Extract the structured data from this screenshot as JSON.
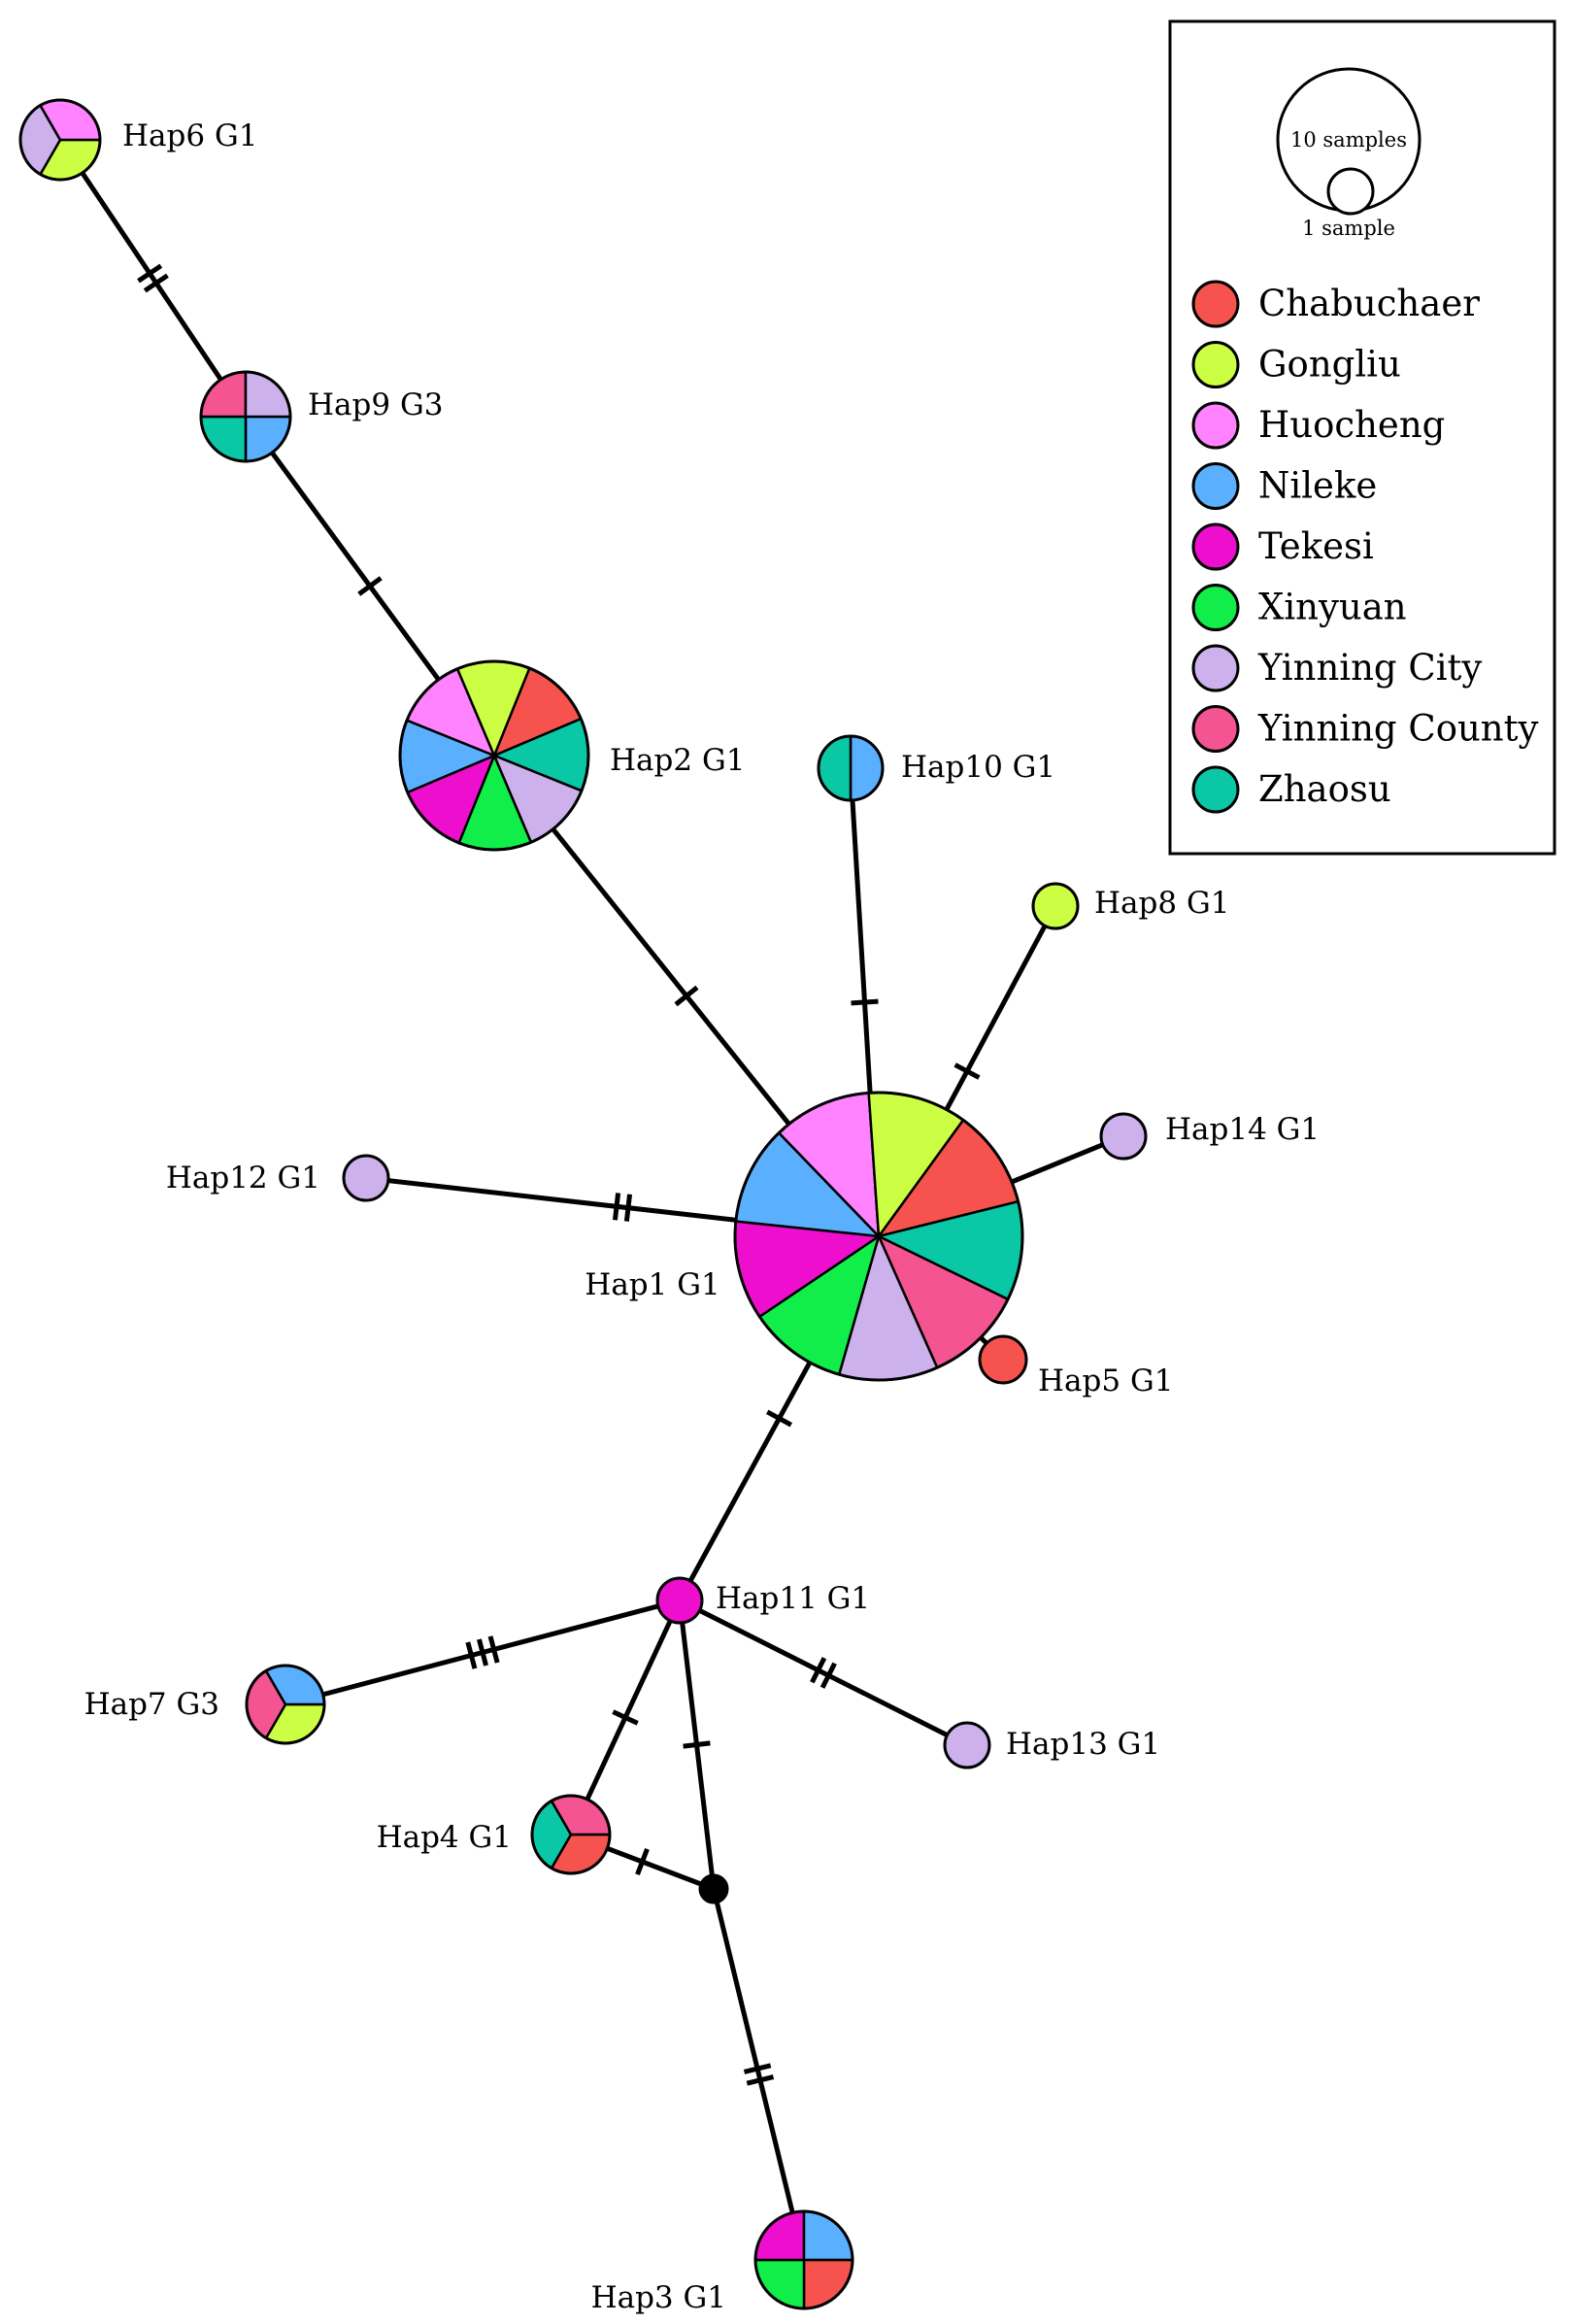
{
  "colors": {
    "Chabuchaer": "#F7534E",
    "Gongliu": "#CCFF44",
    "Huocheng": "#FF83FF",
    "Nileke": "#5BAFFF",
    "Tekesi": "#EE0FCE",
    "Xinyuan": "#11EE4A",
    "Yinning City": "#CCB1EC",
    "Yinning County": "#F45492",
    "Zhaosu": "#0AC7A6",
    "median": "#000000"
  },
  "legend": {
    "scale_large": "10 samples",
    "scale_small": "1 sample",
    "items": [
      "Chabuchaer",
      "Gongliu",
      "Huocheng",
      "Nileke",
      "Tekesi",
      "Xinyuan",
      "Yinning City",
      "Yinning County",
      "Zhaosu"
    ]
  },
  "nodes": [
    {
      "id": "Hap1",
      "label": "Hap1 G1",
      "segments": [
        "Chabuchaer",
        "Zhaosu",
        "Yinning County",
        "Yinning City",
        "Xinyuan",
        "Tekesi",
        "Nileke",
        "Huocheng",
        "Gongliu"
      ]
    },
    {
      "id": "Hap2",
      "label": "Hap2 G1",
      "segments": [
        "Chabuchaer",
        "Zhaosu",
        "Yinning City",
        "Xinyuan",
        "Tekesi",
        "Nileke",
        "Huocheng",
        "Gongliu"
      ]
    },
    {
      "id": "Hap3",
      "label": "Hap3 G1",
      "segments": [
        "Chabuchaer",
        "Xinyuan",
        "Tekesi",
        "Nileke"
      ]
    },
    {
      "id": "Hap4",
      "label": "Hap4 G1",
      "segments": [
        "Chabuchaer",
        "Zhaosu",
        "Yinning County"
      ]
    },
    {
      "id": "Hap5",
      "label": "Hap5 G1",
      "segments": [
        "Chabuchaer"
      ]
    },
    {
      "id": "Hap6",
      "label": "Hap6 G1",
      "segments": [
        "Gongliu",
        "Yinning City",
        "Huocheng"
      ]
    },
    {
      "id": "Hap7",
      "label": "Hap7 G3",
      "segments": [
        "Gongliu",
        "Yinning County",
        "Nileke"
      ]
    },
    {
      "id": "Hap8",
      "label": "Hap8 G1",
      "segments": [
        "Gongliu"
      ]
    },
    {
      "id": "Hap9",
      "label": "Hap9 G3",
      "segments": [
        "Nileke",
        "Zhaosu",
        "Yinning County",
        "Yinning City"
      ]
    },
    {
      "id": "Hap10",
      "label": "Hap10 G1",
      "segments": [
        "Nileke",
        "Zhaosu"
      ]
    },
    {
      "id": "Hap11",
      "label": "Hap11 G1",
      "segments": [
        "Tekesi"
      ]
    },
    {
      "id": "Hap12",
      "label": "Hap12 G1",
      "segments": [
        "Yinning City"
      ]
    },
    {
      "id": "Hap13",
      "label": "Hap13 G1",
      "segments": [
        "Yinning City"
      ]
    },
    {
      "id": "Hap14",
      "label": "Hap14 G1",
      "segments": [
        "Yinning City"
      ]
    },
    {
      "id": "median",
      "label": "",
      "segments": [
        "median"
      ]
    }
  ],
  "edges": [
    {
      "from": "Hap6",
      "to": "Hap9",
      "mutations": 2
    },
    {
      "from": "Hap9",
      "to": "Hap2",
      "mutations": 1
    },
    {
      "from": "Hap2",
      "to": "Hap1",
      "mutations": 1
    },
    {
      "from": "Hap10",
      "to": "Hap1",
      "mutations": 1
    },
    {
      "from": "Hap8",
      "to": "Hap1",
      "mutations": 1
    },
    {
      "from": "Hap14",
      "to": "Hap1",
      "mutations": 0
    },
    {
      "from": "Hap12",
      "to": "Hap1",
      "mutations": 2
    },
    {
      "from": "Hap5",
      "to": "Hap1",
      "mutations": 0
    },
    {
      "from": "Hap1",
      "to": "Hap11",
      "mutations": 1
    },
    {
      "from": "Hap11",
      "to": "Hap7",
      "mutations": 3
    },
    {
      "from": "Hap11",
      "to": "Hap13",
      "mutations": 2
    },
    {
      "from": "Hap11",
      "to": "Hap4",
      "mutations": 1
    },
    {
      "from": "Hap11",
      "to": "median",
      "mutations": 1
    },
    {
      "from": "Hap4",
      "to": "median",
      "mutations": 1
    },
    {
      "from": "median",
      "to": "Hap3",
      "mutations": 2
    }
  ]
}
